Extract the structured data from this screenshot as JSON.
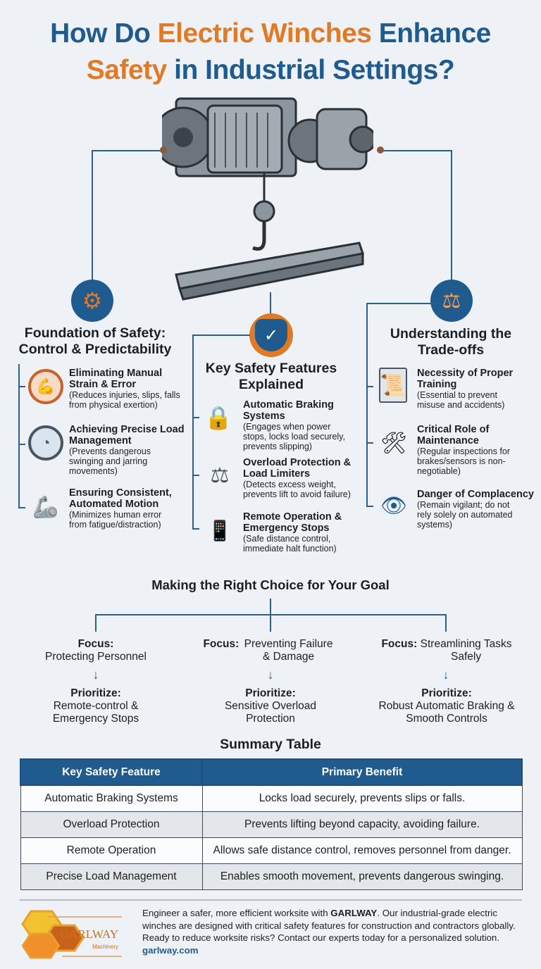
{
  "title": {
    "line1_a": "How Do ",
    "line1_b": "Electric Winches",
    "line1_c": " Enhance",
    "line2_a": "Safety",
    "line2_b": " in Industrial Settings?"
  },
  "colors": {
    "blue": "#1f5b8f",
    "orange": "#e07a26"
  },
  "left": {
    "heading_l1": "Foundation of Safety:",
    "heading_l2": "Control & Predictability",
    "icon": "gear-icon",
    "items": [
      {
        "title": "Eliminating Manual Strain & Error",
        "desc": "(Reduces injuries, slips, falls from physical exertion)",
        "icon": "no-manual-strain-icon"
      },
      {
        "title": "Achieving Precise Load Management",
        "desc": "(Prevents dangerous swinging and jarring movements)",
        "icon": "gauge-icon"
      },
      {
        "title": "Ensuring Consistent, Automated Motion",
        "desc": "(Minimizes human error from fatigue/distraction)",
        "icon": "robot-arm-icon"
      }
    ]
  },
  "center": {
    "heading_l1": "Key Safety Features",
    "heading_l2": "Explained",
    "icon": "shield-check-icon",
    "items": [
      {
        "title": "Automatic Braking Systems",
        "desc": "(Engages when power stops, locks load securely, prevents slipping)",
        "icon": "padlock-icon"
      },
      {
        "title": "Overload Protection & Load Limiters",
        "desc": "(Detects excess weight, prevents lift to avoid failure)",
        "icon": "scale-warning-icon"
      },
      {
        "title": "Remote Operation & Emergency Stops",
        "desc": "(Safe distance control, immediate halt function)",
        "icon": "remote-control-icon"
      }
    ]
  },
  "right": {
    "heading_l1": "Understanding the",
    "heading_l2": "Trade-offs",
    "icon": "balance-scale-icon",
    "items": [
      {
        "title": "Necessity of Proper Training",
        "desc": "(Essential to prevent misuse and accidents)",
        "icon": "certificate-icon"
      },
      {
        "title": "Critical Role of Maintenance",
        "desc": "(Regular inspections for brakes/sensors is non-negotiable)",
        "icon": "tools-icon"
      },
      {
        "title": "Danger of Complacency",
        "desc": "(Remain vigilant; do not rely solely on automated systems)",
        "icon": "eye-icon"
      }
    ]
  },
  "choice": {
    "heading": "Making the Right Choice for Your Goal",
    "columns": [
      {
        "focus_label": "Focus:",
        "focus_text": "Protecting Personnel",
        "prioritize_label": "Prioritize:",
        "prioritize_text": "Remote-control & Emergency Stops"
      },
      {
        "focus_label": "Focus:",
        "focus_text": "Preventing Failure & Damage",
        "prioritize_label": "Prioritize:",
        "prioritize_text": "Sensitive Overload Protection"
      },
      {
        "focus_label": "Focus:",
        "focus_text": "Streamlining Tasks Safely",
        "prioritize_label": "Prioritize:",
        "prioritize_text": "Robust Automatic Braking & Smooth Controls"
      }
    ]
  },
  "summary": {
    "heading": "Summary Table",
    "headers": [
      "Key Safety Feature",
      "Primary Benefit"
    ],
    "rows": [
      [
        "Automatic Braking Systems",
        "Locks load securely, prevents slips or falls."
      ],
      [
        "Overload Protection",
        "Prevents lifting beyond capacity, avoiding failure."
      ],
      [
        "Remote Operation",
        "Allows safe distance control, removes personnel from danger."
      ],
      [
        "Precise Load Management",
        "Enables smooth movement, prevents dangerous swinging."
      ]
    ]
  },
  "footer": {
    "logo_name": "GARLWAY",
    "logo_sub": "Machinery",
    "text_a": "Engineer a safer, more efficient worksite with ",
    "brand": "GARLWAY",
    "text_b": ". Our industrial-grade electric winches are designed with critical safety features for construction and contractors globally. Ready to reduce worksite risks? Contact our experts today for a personalized solution.",
    "link": "garlway.com"
  }
}
